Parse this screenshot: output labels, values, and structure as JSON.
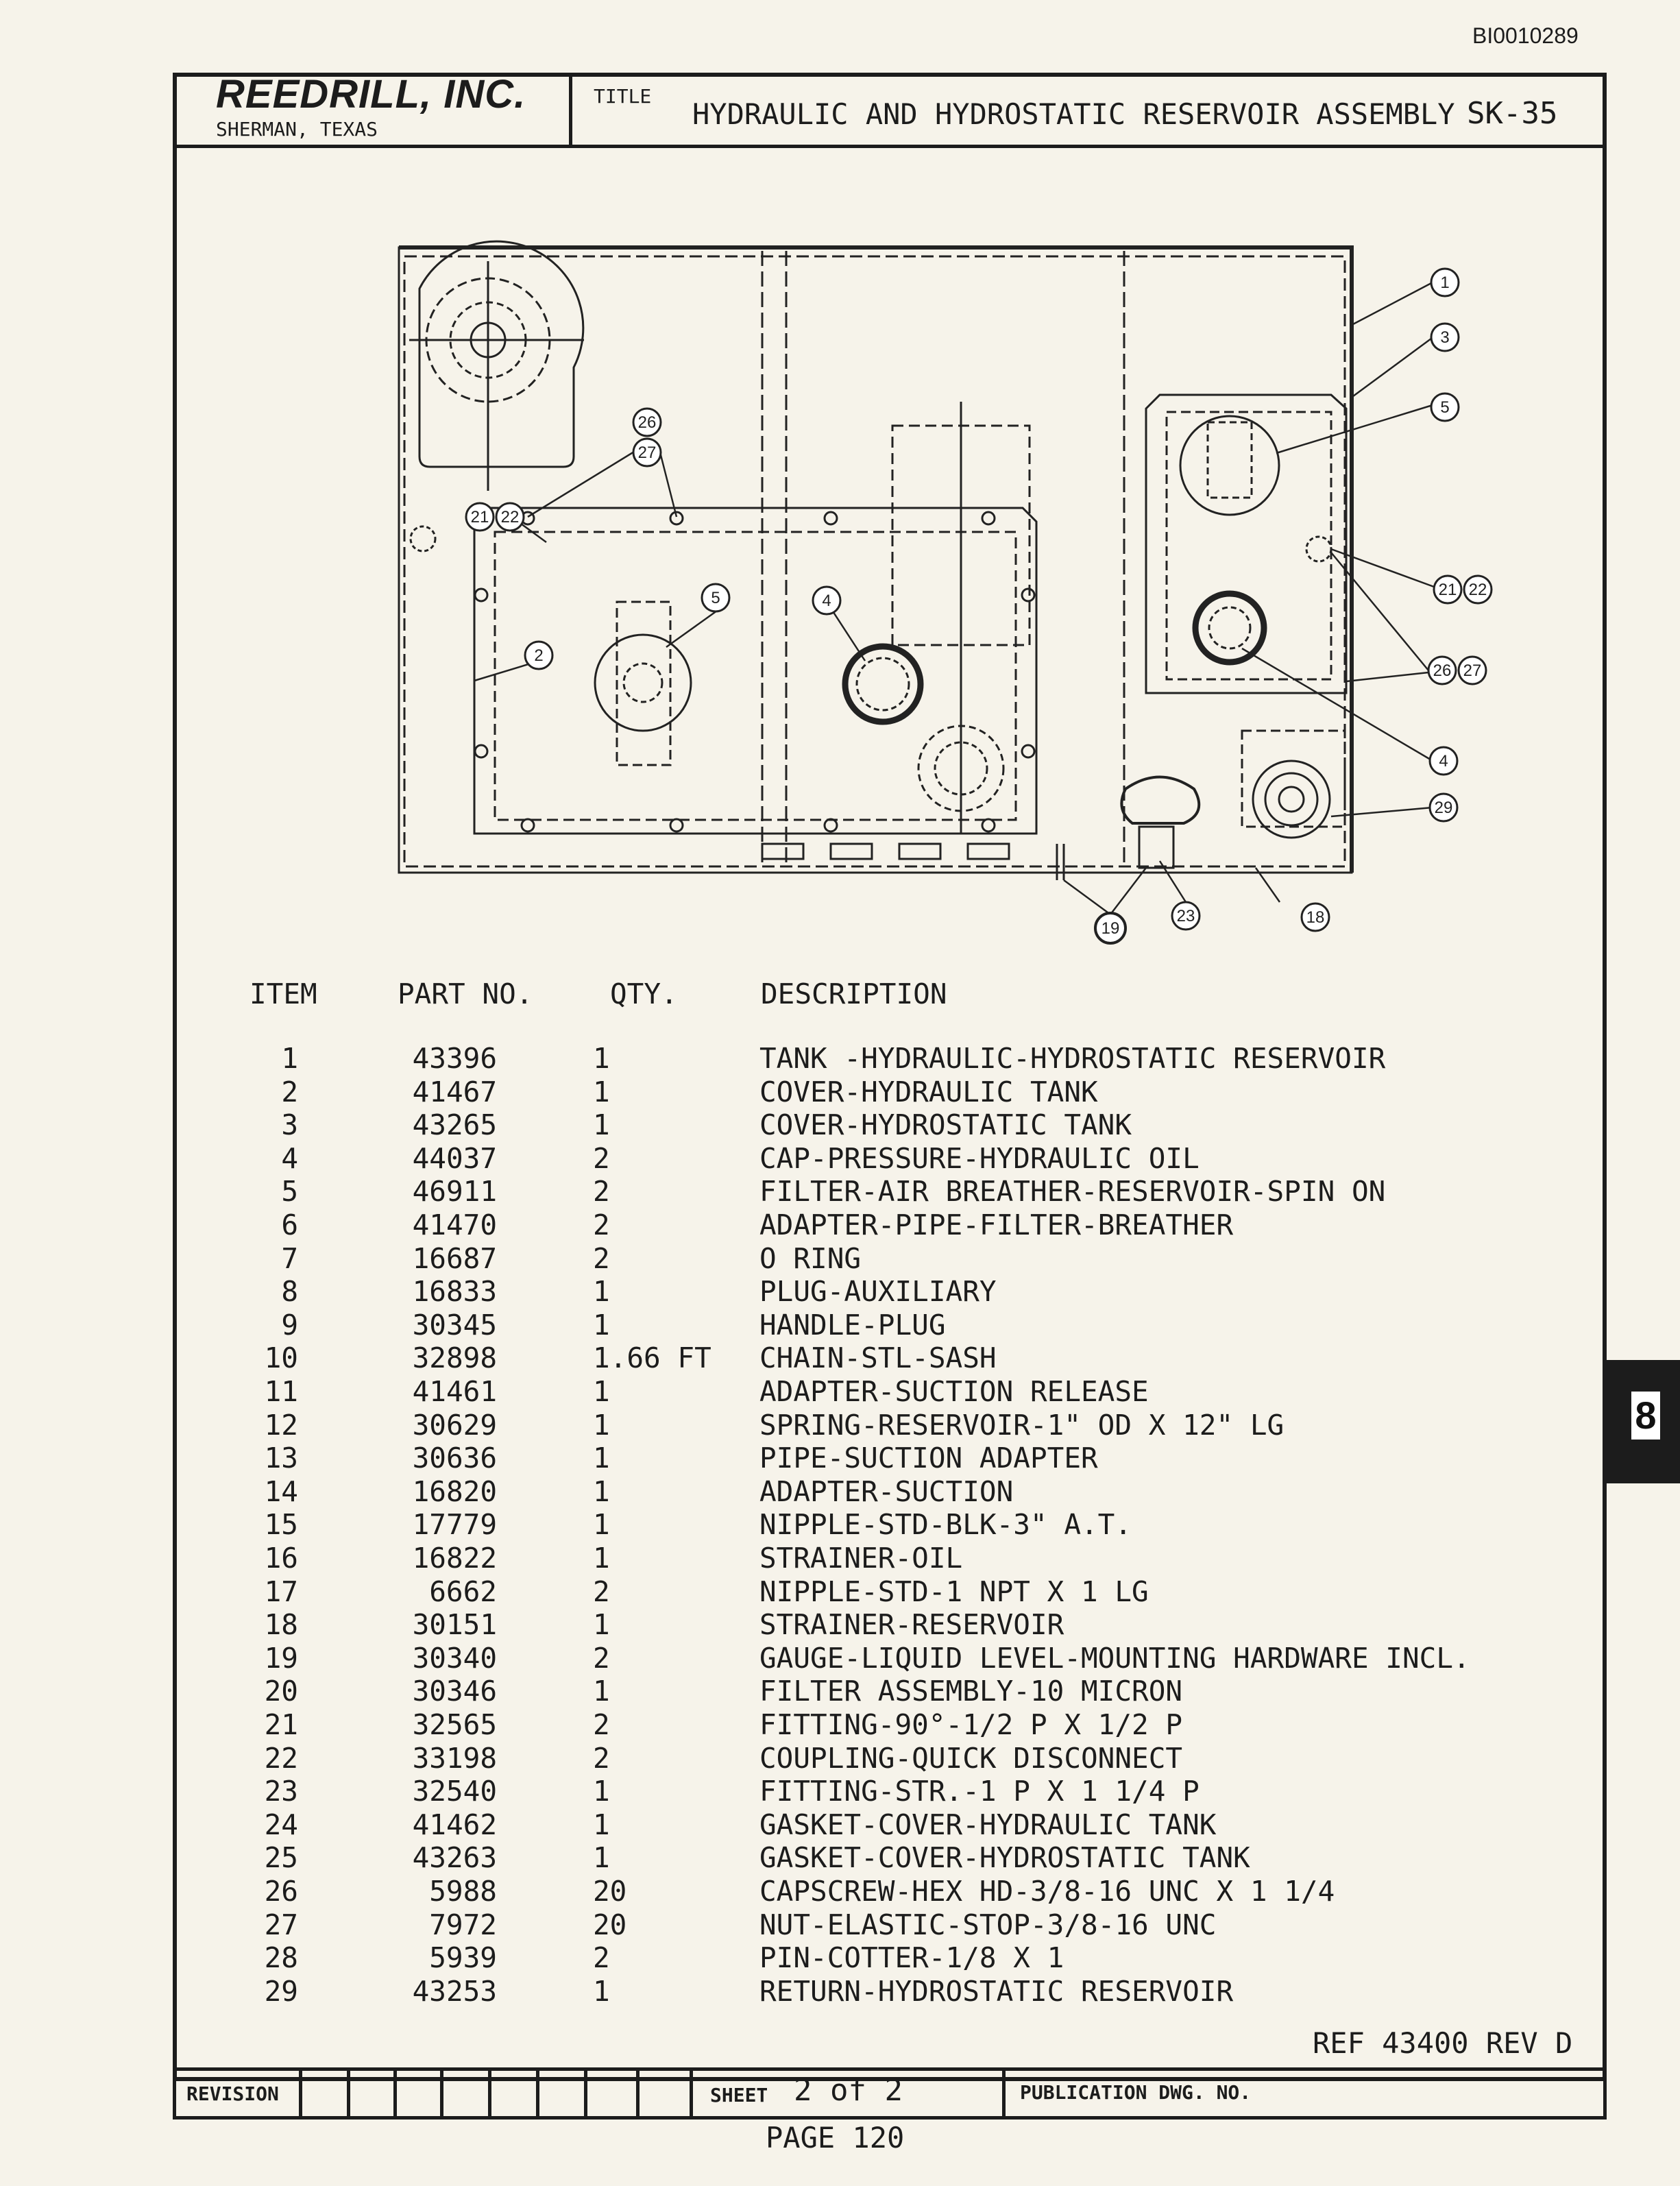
{
  "doc_id": "BI0010289",
  "header": {
    "company": "REEDRILL, INC.",
    "location": "SHERMAN, TEXAS",
    "title_label": "TITLE",
    "title": "HYDRAULIC AND HYDROSTATIC RESERVOIR ASSEMBLY",
    "sheet_code": "SK-35"
  },
  "drawing": {
    "callouts": [
      "1",
      "3",
      "5",
      "26",
      "27",
      "21",
      "22",
      "5",
      "4",
      "2",
      "21",
      "22",
      "26",
      "27",
      "4",
      "29",
      "19",
      "23",
      "18"
    ]
  },
  "table": {
    "headers": {
      "item": "ITEM",
      "part": "PART NO.",
      "qty": "QTY.",
      "desc": "DESCRIPTION"
    },
    "rows": [
      {
        "item": "1",
        "part": "43396",
        "qty": "1",
        "desc": "TANK -HYDRAULIC-HYDROSTATIC RESERVOIR"
      },
      {
        "item": "2",
        "part": "41467",
        "qty": "1",
        "desc": "COVER-HYDRAULIC TANK"
      },
      {
        "item": "3",
        "part": "43265",
        "qty": "1",
        "desc": "COVER-HYDROSTATIC TANK"
      },
      {
        "item": "4",
        "part": "44037",
        "qty": "2",
        "desc": "CAP-PRESSURE-HYDRAULIC OIL"
      },
      {
        "item": "5",
        "part": "46911",
        "qty": "2",
        "desc": "FILTER-AIR BREATHER-RESERVOIR-SPIN ON"
      },
      {
        "item": "6",
        "part": "41470",
        "qty": "2",
        "desc": "ADAPTER-PIPE-FILTER-BREATHER"
      },
      {
        "item": "7",
        "part": "16687",
        "qty": "2",
        "desc": "O RING"
      },
      {
        "item": "8",
        "part": "16833",
        "qty": "1",
        "desc": "PLUG-AUXILIARY"
      },
      {
        "item": "9",
        "part": "30345",
        "qty": "1",
        "desc": "HANDLE-PLUG"
      },
      {
        "item": "10",
        "part": "32898",
        "qty": "1.66 FT",
        "desc": "CHAIN-STL-SASH"
      },
      {
        "item": "11",
        "part": "41461",
        "qty": "1",
        "desc": "ADAPTER-SUCTION RELEASE"
      },
      {
        "item": "12",
        "part": "30629",
        "qty": "1",
        "desc": "SPRING-RESERVOIR-1\" OD X 12\" LG"
      },
      {
        "item": "13",
        "part": "30636",
        "qty": "1",
        "desc": "PIPE-SUCTION ADAPTER"
      },
      {
        "item": "14",
        "part": "16820",
        "qty": "1",
        "desc": "ADAPTER-SUCTION"
      },
      {
        "item": "15",
        "part": "17779",
        "qty": "1",
        "desc": "NIPPLE-STD-BLK-3\" A.T."
      },
      {
        "item": "16",
        "part": "16822",
        "qty": "1",
        "desc": "STRAINER-OIL"
      },
      {
        "item": "17",
        "part": "6662",
        "qty": "2",
        "desc": "NIPPLE-STD-1 NPT X 1 LG"
      },
      {
        "item": "18",
        "part": "30151",
        "qty": "1",
        "desc": "STRAINER-RESERVOIR"
      },
      {
        "item": "19",
        "part": "30340",
        "qty": "2",
        "desc": "GAUGE-LIQUID LEVEL-MOUNTING HARDWARE INCL."
      },
      {
        "item": "20",
        "part": "30346",
        "qty": "1",
        "desc": "FILTER ASSEMBLY-10 MICRON"
      },
      {
        "item": "21",
        "part": "32565",
        "qty": "2",
        "desc": "FITTING-90°-1/2 P X 1/2 P"
      },
      {
        "item": "22",
        "part": "33198",
        "qty": "2",
        "desc": "COUPLING-QUICK DISCONNECT"
      },
      {
        "item": "23",
        "part": "32540",
        "qty": "1",
        "desc": "FITTING-STR.-1 P X 1 1/4 P"
      },
      {
        "item": "24",
        "part": "41462",
        "qty": "1",
        "desc": "GASKET-COVER-HYDRAULIC TANK"
      },
      {
        "item": "25",
        "part": "43263",
        "qty": "1",
        "desc": "GASKET-COVER-HYDROSTATIC TANK"
      },
      {
        "item": "26",
        "part": "5988",
        "qty": "20",
        "desc": "CAPSCREW-HEX HD-3/8-16 UNC X 1 1/4"
      },
      {
        "item": "27",
        "part": "7972",
        "qty": "20",
        "desc": "NUT-ELASTIC-STOP-3/8-16 UNC"
      },
      {
        "item": "28",
        "part": "5939",
        "qty": "2",
        "desc": "PIN-COTTER-1/8 X 1"
      },
      {
        "item": "29",
        "part": "43253",
        "qty": "1",
        "desc": "RETURN-HYDROSTATIC RESERVOIR"
      }
    ]
  },
  "ref": "REF 43400   REV D",
  "footer": {
    "revision_label": "REVISION",
    "sheet_label": "SHEET",
    "sheet_value": "2 of 2",
    "publication_label": "PUBLICATION DWG. NO."
  },
  "page": "PAGE 120",
  "tab_number": "8"
}
